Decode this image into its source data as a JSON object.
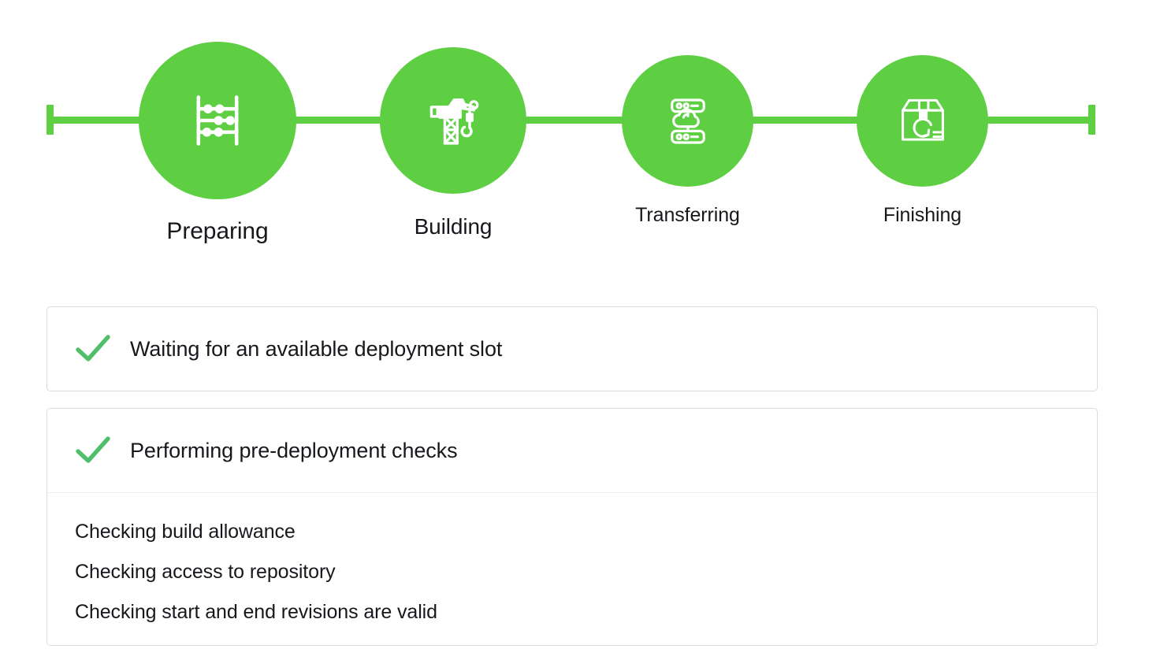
{
  "colors": {
    "step_green": "#5ECE43",
    "check_green": "#4FBF69",
    "card_border": "#dcdcdc",
    "divider": "#ececec",
    "text_dark": "#16181c",
    "page_background": "#ffffff"
  },
  "stepper": {
    "steps": [
      {
        "label": "Preparing",
        "icon": "abacus-icon",
        "state": "active"
      },
      {
        "label": "Building",
        "icon": "crane-icon",
        "state": "active"
      },
      {
        "label": "Transferring",
        "icon": "cloud-server-icon",
        "state": "active"
      },
      {
        "label": "Finishing",
        "icon": "package-sync-icon",
        "state": "active"
      }
    ]
  },
  "checklist": {
    "cards": [
      {
        "status_icon": "checkmark-icon",
        "title": "Waiting for an available deployment slot",
        "sub_items": []
      },
      {
        "status_icon": "checkmark-icon",
        "title": "Performing pre-deployment checks",
        "sub_items": [
          "Checking build allowance",
          "Checking access to repository",
          "Checking start and end revisions are valid"
        ]
      }
    ]
  }
}
